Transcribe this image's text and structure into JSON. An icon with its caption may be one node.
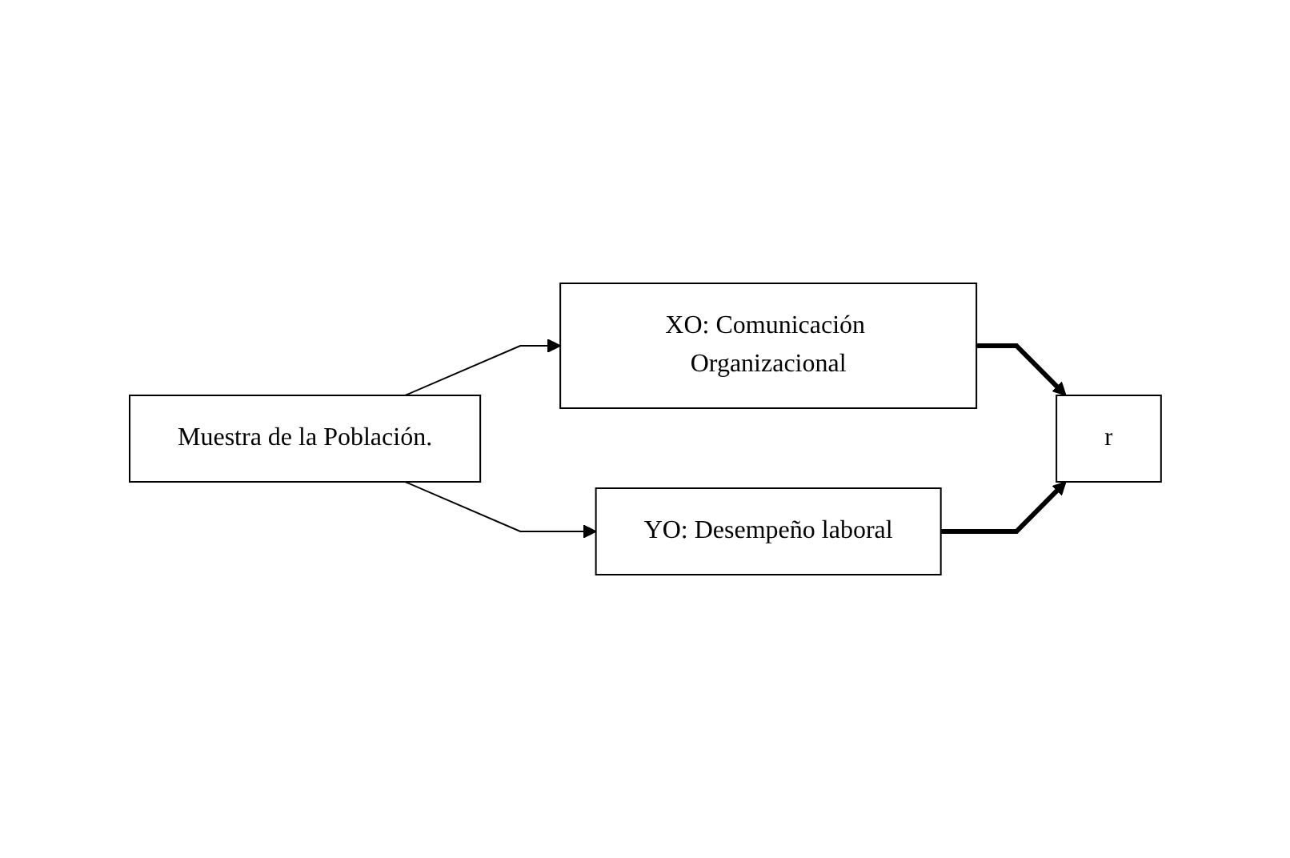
{
  "diagram": {
    "nodes": [
      {
        "text": [
          "Muestra de la Población."
        ]
      },
      {
        "text": [
          "XO: Comunicación Organizacional"
        ]
      },
      {
        "text": [
          "r"
        ]
      },
      {
        "text": [
          "YO: Desempeño laboral"
        ]
      }
    ],
    "edges": [
      {
        "from": 0,
        "to": 1,
        "arrow": "to"
      },
      {
        "from": 0,
        "to": 3,
        "arrow": "to"
      },
      {
        "from": 1,
        "to": 2,
        "arrow": "to",
        "style": "thick"
      },
      {
        "from": 3,
        "to": 2,
        "arrow": "to",
        "style": "thick"
      }
    ]
  }
}
